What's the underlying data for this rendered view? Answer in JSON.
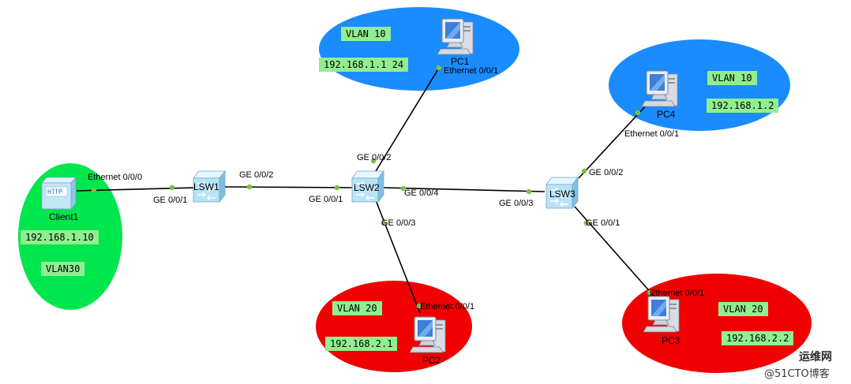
{
  "zones": [
    {
      "id": "vlan30-zone",
      "color": "#00e64d",
      "tags": [
        "192.168.1.10",
        "VLAN30"
      ]
    },
    {
      "id": "pc1-zone",
      "color": "#1a8cff",
      "tags": [
        "VLAN 10",
        "192.168.1.1 24"
      ]
    },
    {
      "id": "pc4-zone",
      "color": "#1a8cff",
      "tags": [
        "VLAN 10",
        "192.168.1.2"
      ]
    },
    {
      "id": "pc2-zone",
      "color": "#f00000",
      "tags": [
        "VLAN 20",
        "192.168.2.1"
      ]
    },
    {
      "id": "pc3-zone",
      "color": "#f00000",
      "tags": [
        "VLAN 20",
        "192.168.2.2"
      ]
    }
  ],
  "devices": [
    {
      "id": "client1",
      "type": "http-client",
      "label": "Client1"
    },
    {
      "id": "lsw1",
      "type": "switch",
      "label": "LSW1"
    },
    {
      "id": "lsw2",
      "type": "switch",
      "label": "LSW2"
    },
    {
      "id": "lsw3",
      "type": "switch",
      "label": "LSW3"
    },
    {
      "id": "pc1",
      "type": "pc",
      "label": "PC1"
    },
    {
      "id": "pc2",
      "type": "pc",
      "label": "PC2"
    },
    {
      "id": "pc3",
      "type": "pc",
      "label": "PC3"
    },
    {
      "id": "pc4",
      "type": "pc",
      "label": "PC4"
    }
  ],
  "links": [
    {
      "id": "client1-lsw1",
      "from_port": "Ethernet 0/0/0",
      "to_port": "GE 0/0/1"
    },
    {
      "id": "lsw1-lsw2",
      "from_port": "GE 0/0/2",
      "to_port": "GE 0/0/1"
    },
    {
      "id": "lsw2-pc1",
      "from_port": "GE 0/0/2",
      "to_port": "Ethernet 0/0/1"
    },
    {
      "id": "lsw2-lsw3",
      "from_port": "GE 0/0/4",
      "to_port": "GE 0/0/3"
    },
    {
      "id": "lsw2-pc2",
      "from_port": "GE 0/0/3",
      "to_port": "Ethernet 0/0/1"
    },
    {
      "id": "lsw3-pc4",
      "from_port": "GE 0/0/2",
      "to_port": "Ethernet 0/0/1"
    },
    {
      "id": "lsw3-pc3",
      "from_port": "GE 0/0/1",
      "to_port": "Ethernet 0/0/1"
    }
  ],
  "colors": {
    "link": "#000000",
    "port_dot": "#7ac142",
    "tag_bg": "#90ee90"
  },
  "watermark": {
    "line1": "运维网",
    "line2": "@51CTO博客"
  }
}
